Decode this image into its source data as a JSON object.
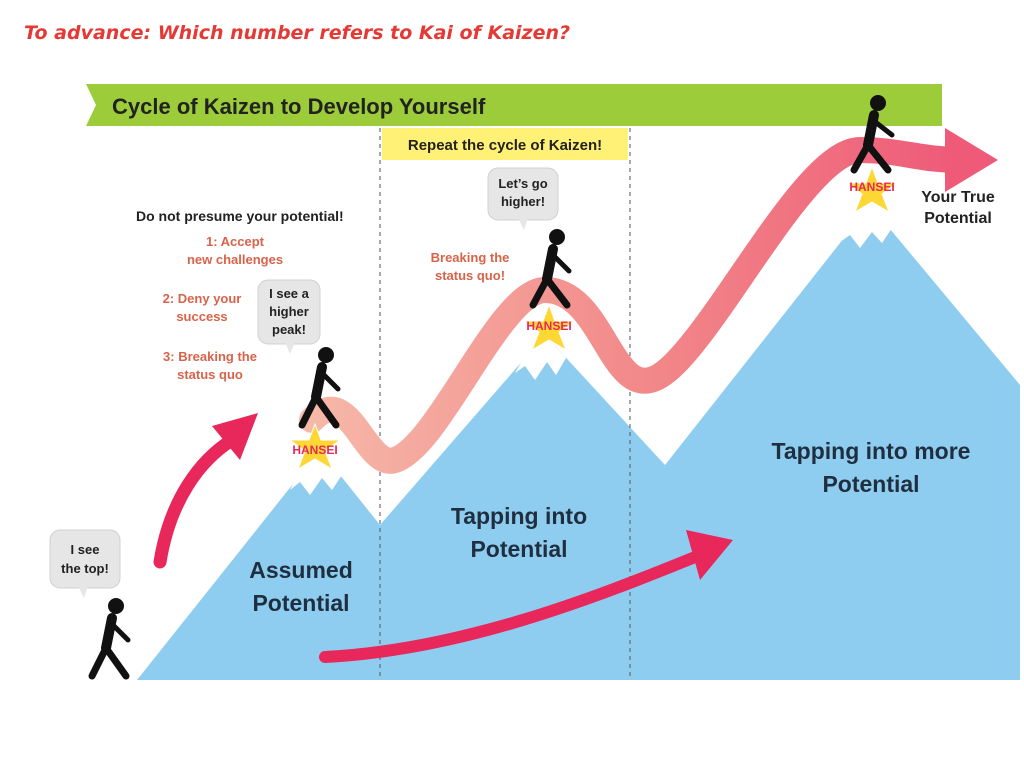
{
  "prompt": "To advance: Which number refers to Kai of Kaizen?",
  "banner_title": "Cycle of Kaizen to Develop Yourself",
  "repeat_title": "Repeat the cycle of Kaizen!",
  "left_heading": "Do not presume your potential!",
  "steps": [
    {
      "line1": "1: Accept",
      "line2": "new challenges"
    },
    {
      "line1": "2: Deny your",
      "line2": "success"
    },
    {
      "line1": "3: Breaking the",
      "line2": "status quo"
    }
  ],
  "bubbles": {
    "start": {
      "line1": "I see",
      "line2": "the top!"
    },
    "peak1": {
      "line1": "I see a",
      "line2": "higher",
      "line3": "peak!"
    },
    "peak2": {
      "line1": "Let’s go",
      "line2": "higher!"
    }
  },
  "breaking_status_quo": {
    "line1": "Breaking the",
    "line2": "status quo!"
  },
  "hansei_label": "HANSEI",
  "mountains": {
    "m1": {
      "line1": "Assumed",
      "line2": "Potential"
    },
    "m2": {
      "line1": "Tapping into",
      "line2": "Potential"
    },
    "m3": {
      "line1": "Tapping into more",
      "line2": "Potential"
    }
  },
  "true_potential": {
    "line1": "Your True",
    "line2": "Potential"
  },
  "colors": {
    "prompt": "#e53935",
    "banner": "#9ccc3a",
    "repeat_box": "#fff176",
    "mountain": "#8fcdf0",
    "wave": "#ee5a78",
    "arrow": "#e8275a",
    "star": "#fdd835",
    "steps_text": "#d9634a"
  }
}
